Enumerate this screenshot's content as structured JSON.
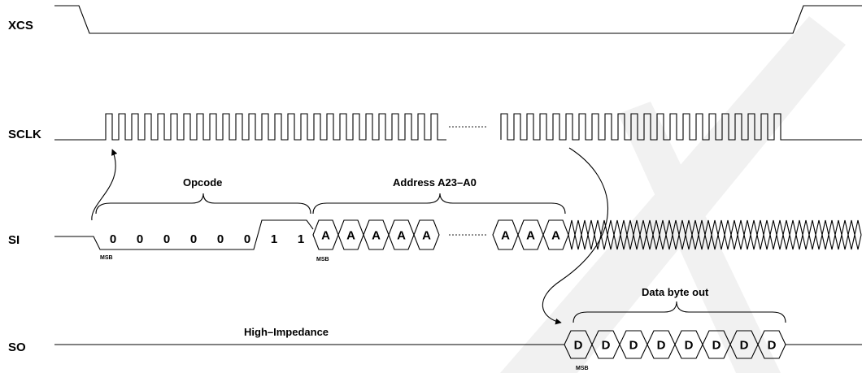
{
  "signals": {
    "xcs": "XCS",
    "sclk": "SCLK",
    "si": "SI",
    "so": "SO"
  },
  "si_opcode_bits": [
    "0",
    "0",
    "0",
    "0",
    "0",
    "0",
    "1",
    "1"
  ],
  "si_address_group1": [
    "A",
    "A",
    "A",
    "A",
    "A"
  ],
  "si_address_group2": [
    "A",
    "A",
    "A"
  ],
  "so_data_bits": [
    "D",
    "D",
    "D",
    "D",
    "D",
    "D",
    "D",
    "D"
  ],
  "labels": {
    "opcode": "Opcode",
    "address": "Address A23–A0",
    "data_byte_out": "Data byte out",
    "high_impedance": "High–Impedance",
    "msb": "MSB"
  },
  "colors": {
    "line": "#000000",
    "watermark": "#f1f1f1"
  }
}
